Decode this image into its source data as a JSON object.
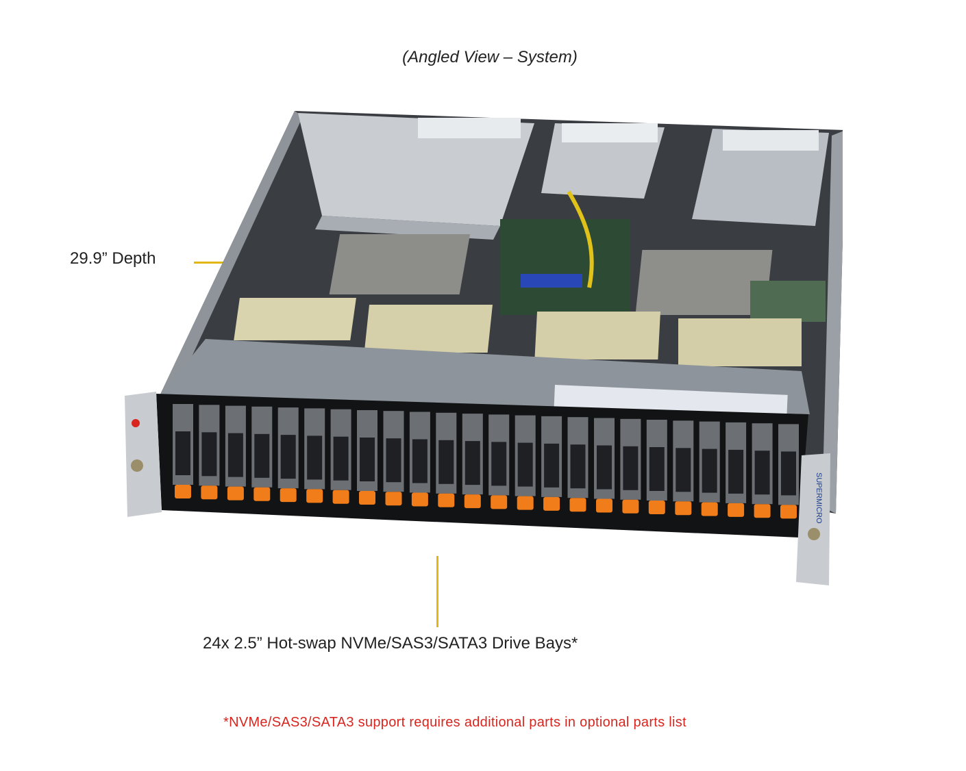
{
  "caption": "(Angled View – System)",
  "callouts": {
    "depth": "29.9” Depth",
    "drive_bays": "24x 2.5” Hot-swap NVMe/SAS3/SATA3 Drive Bays*"
  },
  "footnote": "*NVMe/SAS3/SATA3 support requires additional parts in optional parts list",
  "server": {
    "brand_mark": "SUPERMICRO",
    "drive_bay_count": 24,
    "fan_count": 4,
    "colors": {
      "drive_latch": "#f07d1a",
      "leader_line": "#e3b711",
      "footnote_text": "#d8261f"
    }
  }
}
